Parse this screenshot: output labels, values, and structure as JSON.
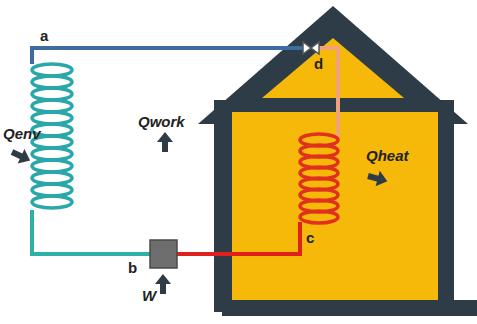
{
  "diagram": {
    "labels": [
      "a",
      "d",
      "Qwork",
      "Qenv",
      "Qheat",
      "c",
      "b",
      "W"
    ]
  }
}
